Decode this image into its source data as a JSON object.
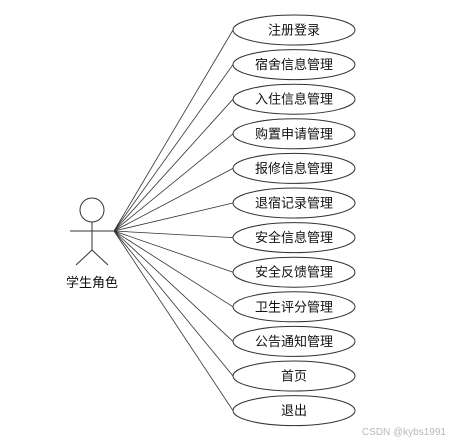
{
  "actor": {
    "label": "学生角色"
  },
  "use_cases": [
    "注册登录",
    "宿舍信息管理",
    "入住信息管理",
    "购置申请管理",
    "报修信息管理",
    "退宿记录管理",
    "安全信息管理",
    "安全反馈管理",
    "卫生评分管理",
    "公告通知管理",
    "首页",
    "退出"
  ],
  "watermark": "CSDN @kybs1991"
}
